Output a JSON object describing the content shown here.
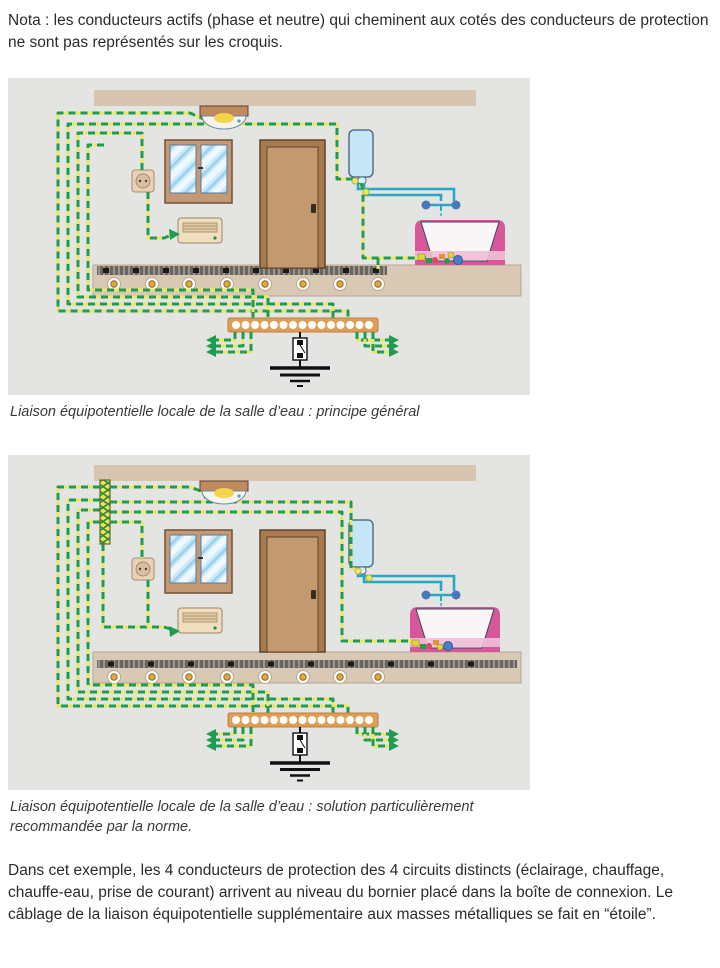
{
  "page": {
    "nota_text": "Nota : les conducteurs actifs (phase et neutre) qui cheminent aux cotés des conducteurs de protection ne sont pas représentés sur les croquis.",
    "figures": [
      {
        "caption": "Liaison équipotentielle locale de la salle d’eau : principe général"
      },
      {
        "caption": "Liaison équipotentielle locale de la salle d’eau : solution particulièrement recommandée par la norme."
      }
    ],
    "body_text": "Dans cet exemple, les 4 conducteurs de protection des 4 circuits distincts (éclairage, chauffage, chauffe-eau, prise de courant) arrivent au niveau du bornier placé dans la boîte de connexion. Le câblage de la liaison équipotentielle supplémentaire aux masses métalliques se fait en “étoile”."
  },
  "colors": {
    "panel_background": "#e4e4e2",
    "protective_wire_yellow": "#eae767",
    "protective_wire_green": "#1f9b52",
    "ceiling_wood": "#d8c5b0",
    "floor_wood": "#d9c8b4",
    "door_wood": "#c3996f",
    "window_glass_blue": "#cdeafa",
    "water_pipe_blue": "#2aa6c4",
    "water_heater_blue": "#c6e6f8",
    "bathtub_pink": "#d8569a",
    "terminal_bar_orange": "#de9e55",
    "faucet_knob_blue": "#4878bc"
  }
}
